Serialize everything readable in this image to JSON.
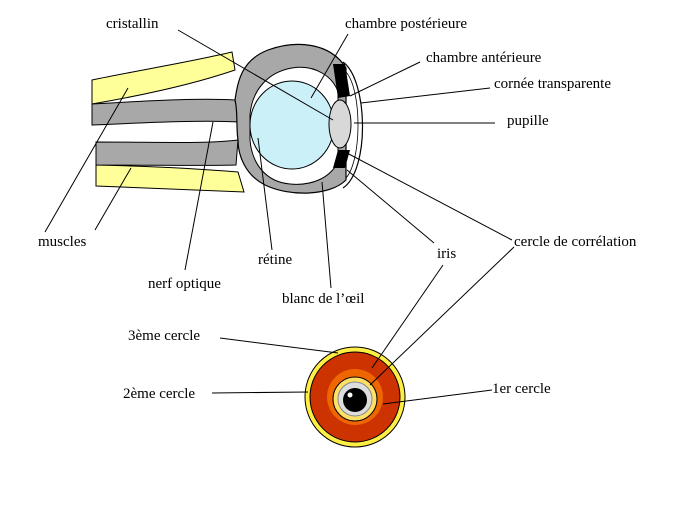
{
  "labels": {
    "cristallin": "cristallin",
    "chambre_posterieure": "chambre postérieure",
    "chambre_anterieure": "chambre antérieure",
    "cornee_transparente": "cornée transparente",
    "pupille": "pupille",
    "muscles": "muscles",
    "nerf_optique": "nerf optique",
    "retine": "rétine",
    "blanc_oeil": "blanc de l’œil",
    "iris": "iris",
    "cercle_correlation": "cercle de corrélation",
    "cercle_3": "3ème cercle",
    "cercle_2": "2ème cercle",
    "cercle_1": "1er cercle"
  },
  "colors": {
    "muscle_yellow": "#ffff99",
    "sclera_gray": "#a8a8a8",
    "vitreous_blue": "#ccf0f8",
    "lens_gray": "#d8d8d8",
    "iris_black": "#000000",
    "iris_outer_red": "#cc3300",
    "iris_ring_orange": "#ee6600",
    "iris_rim_yellow": "#ffee44"
  }
}
